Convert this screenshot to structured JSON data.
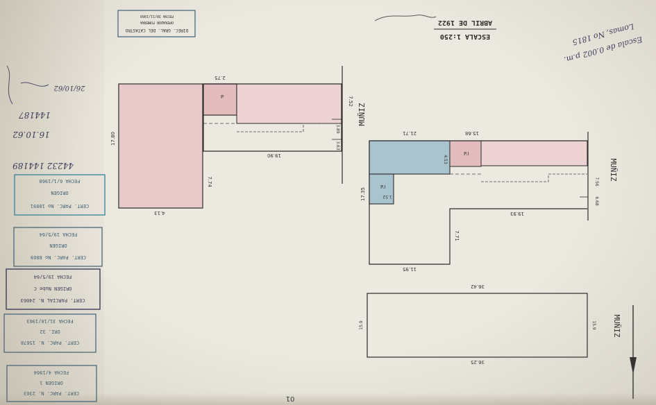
{
  "plan": {
    "scale_label": "ESCALA 1:250",
    "date_label": "ABRIL DE 1922",
    "street_name": "MUÑIZ",
    "page_number": "01",
    "handwritten_scale": "Escala de 0.002 p.m.",
    "handwritten_location": "Lomas, No 1815"
  },
  "top_plan": {
    "measurements": {
      "top": "2.75",
      "left_side": "17.80",
      "right_side": "7.52",
      "bottom_inner": "19.90",
      "vertical_inner": "7.74",
      "bottom_left": "4.13",
      "front_a": "3.89",
      "front_b": "3.63"
    },
    "marker": "P"
  },
  "right_plan": {
    "measurements": {
      "top_right": "15.68",
      "top_left": "21.71",
      "left_side": "17.35",
      "bottom": "11.95",
      "mid": "19.93",
      "vertical": "7.71",
      "front_a": "7.56",
      "front_b": "6.68",
      "small_a": "4.53",
      "small_b": "1.52"
    },
    "markers": [
      "P.I",
      "P.I"
    ]
  },
  "bottom_plan": {
    "measurements": {
      "top": "36.42",
      "bottom": "36.25",
      "left": "15.9",
      "right": "15.9"
    }
  },
  "stamps": [
    {
      "lines": [
        "DIREC. GRAL. DEL CATASTRO",
        "OPERADOR FOMERRA",
        "FECHA 30/11/1960"
      ]
    },
    {
      "lines": [
        "CERT. PARC. No 10891",
        "ORIGEN",
        "FECHA 6/1/1960"
      ]
    },
    {
      "lines": [
        "CERT. PARC. No 8869",
        "ORIGEN",
        "FECHA 19/5/64"
      ]
    },
    {
      "lines": [
        "CERT. PARCIAL N. 24063",
        "ORIGEN Nube C",
        "FECHA 19/5/64"
      ]
    },
    {
      "lines": [
        "CERT. PARC. N. 15678",
        "ORI. 32",
        "FECHA 31/10/1963"
      ]
    },
    {
      "lines": [
        "CERT. PARC. N. 2363",
        "ORIGEN 1",
        "FECHA 4/1964"
      ]
    }
  ],
  "margin_notes": [
    "26/10/62",
    "144187",
    "16.10.62",
    "44232 144189"
  ],
  "colors": {
    "paper": "#ece9e0",
    "pink": "#e8c9c9",
    "blue": "#a9c4cf",
    "ink": "#2b2b2b",
    "stamp": "#3c5f74"
  }
}
